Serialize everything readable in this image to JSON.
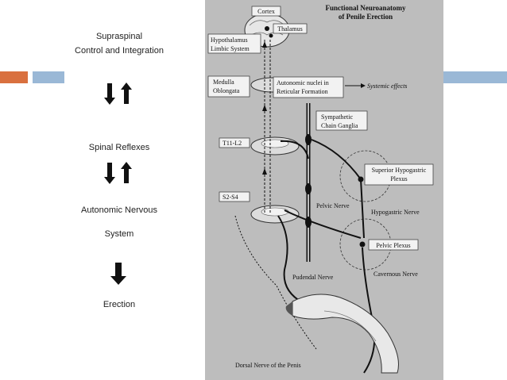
{
  "colors": {
    "bar_orange": "#d9703f",
    "bar_blue": "#9ab8d6",
    "figure_bg": "#bdbdbd"
  },
  "left": {
    "line1": "Supraspinal",
    "line2": "Control and Integration",
    "spinal": "Spinal Reflexes",
    "autonomic": "Autonomic  Nervous",
    "system": "System",
    "erection": "Erection"
  },
  "figure": {
    "title_line1": "Functional Neuroanatomy",
    "title_line2": "of Penile Erection",
    "cortex": "Cortex",
    "thalamus": "Thalamus",
    "hypothalamus": "Hypothalamus",
    "limbic": "Limbic System",
    "medulla": "Medulla",
    "oblongata": "Oblongata",
    "autonomic_nuclei1": "Autonomic nuclei in",
    "autonomic_nuclei2": "Reticular Formation",
    "systemic_effects": "Systemic effects",
    "sympathetic1": "Sympathetic",
    "sympathetic2": "Chain Ganglia",
    "t11": "T11-L2",
    "superior1": "Superior Hypogastric",
    "superior2": "Plexus",
    "s2": "S2-S4",
    "pelvic_nerve": "Pelvic Nerve",
    "hypogastric_nerve": "Hypogastric Nerve",
    "pelvic_plexus": "Pelvic Plexus",
    "pudendal": "Pudendal Nerve",
    "cavernous": "Cavernous Nerve",
    "dorsal": "Dorsal Nerve of the Penis"
  }
}
